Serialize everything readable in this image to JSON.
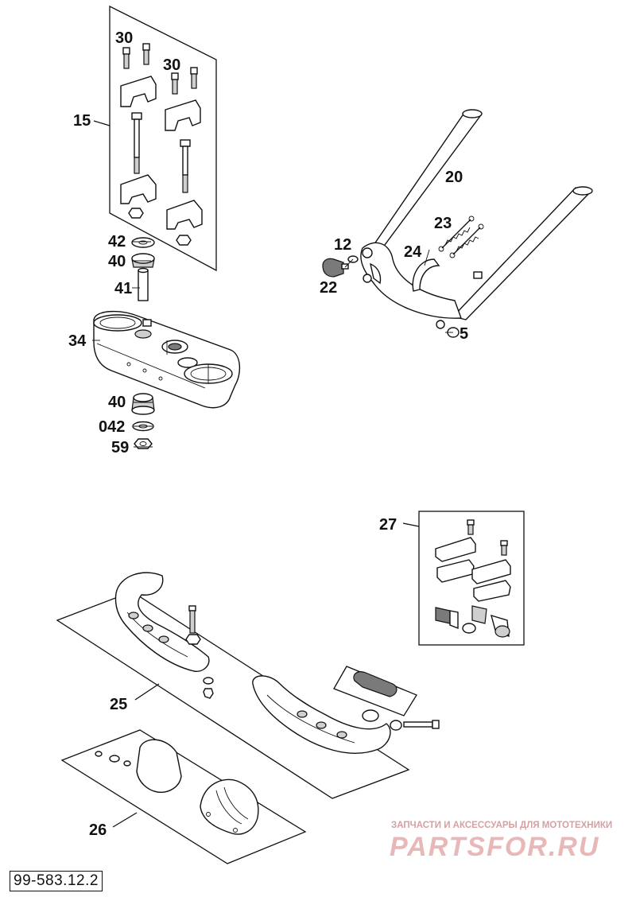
{
  "labels": {
    "l15": "15",
    "l30a": "30",
    "l30b": "30",
    "l42": "42",
    "l40a": "40",
    "l41": "41",
    "l34": "34",
    "l40b": "40",
    "l042": "042",
    "l59": "59",
    "l20": "20",
    "l23": "23",
    "l12": "12",
    "l24": "24",
    "l22": "22",
    "l5": "5",
    "l27": "27",
    "l25": "25",
    "l26": "26"
  },
  "drawing_code": "99-583.12.2",
  "watermark": {
    "tagline": "ЗАПЧАСТИ И АКСЕССУАРЫ ДЛЯ МОТОТЕХНИКИ",
    "brand": "PARTSFOR.RU"
  }
}
